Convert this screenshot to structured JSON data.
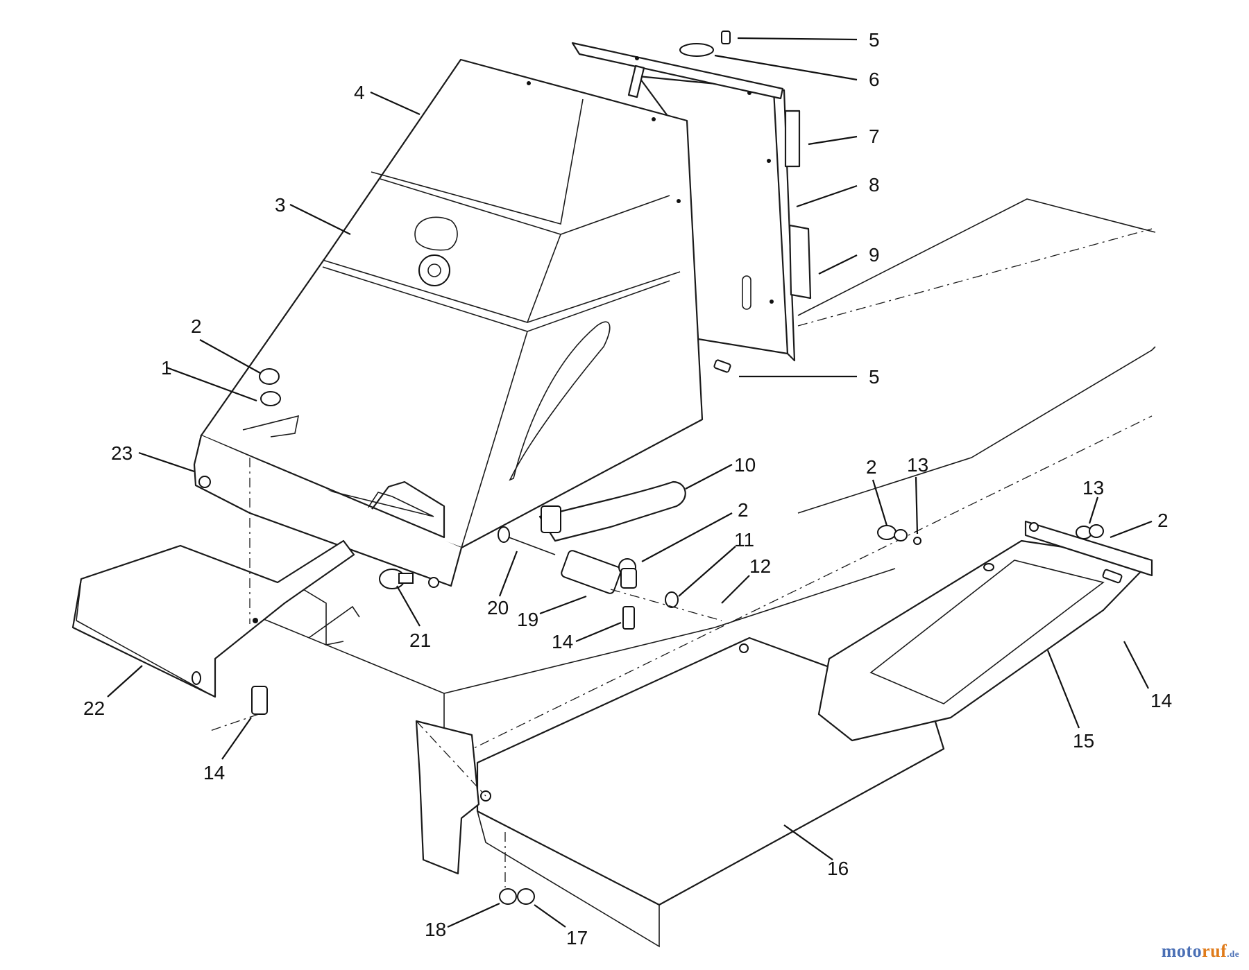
{
  "callouts": [
    {
      "id": "c5a",
      "text": "5"
    },
    {
      "id": "c6",
      "text": "6"
    },
    {
      "id": "c4",
      "text": "4"
    },
    {
      "id": "c7",
      "text": "7"
    },
    {
      "id": "c8",
      "text": "8"
    },
    {
      "id": "c3",
      "text": "3"
    },
    {
      "id": "c9",
      "text": "9"
    },
    {
      "id": "c2a",
      "text": "2"
    },
    {
      "id": "c1",
      "text": "1"
    },
    {
      "id": "c5b",
      "text": "5"
    },
    {
      "id": "c23",
      "text": "23"
    },
    {
      "id": "c10",
      "text": "10"
    },
    {
      "id": "c2b",
      "text": "2"
    },
    {
      "id": "c13a",
      "text": "13"
    },
    {
      "id": "c2c",
      "text": "2"
    },
    {
      "id": "c13b",
      "text": "13"
    },
    {
      "id": "c2d",
      "text": "2"
    },
    {
      "id": "c11",
      "text": "11"
    },
    {
      "id": "c12",
      "text": "12"
    },
    {
      "id": "c20",
      "text": "20"
    },
    {
      "id": "c19",
      "text": "19"
    },
    {
      "id": "c21",
      "text": "21"
    },
    {
      "id": "c14a",
      "text": "14"
    },
    {
      "id": "c22",
      "text": "22"
    },
    {
      "id": "c14b",
      "text": "14"
    },
    {
      "id": "c14c",
      "text": "14"
    },
    {
      "id": "c15",
      "text": "15"
    },
    {
      "id": "c16",
      "text": "16"
    },
    {
      "id": "c18",
      "text": "18"
    },
    {
      "id": "c17",
      "text": "17"
    }
  ],
  "watermark": {
    "part1": "moto",
    "part2": "ruf",
    "part3": ".de"
  },
  "colors": {
    "line": "#1a1a1a",
    "watermark_blue": "#4a6fb5",
    "watermark_orange": "#e07b1a"
  }
}
